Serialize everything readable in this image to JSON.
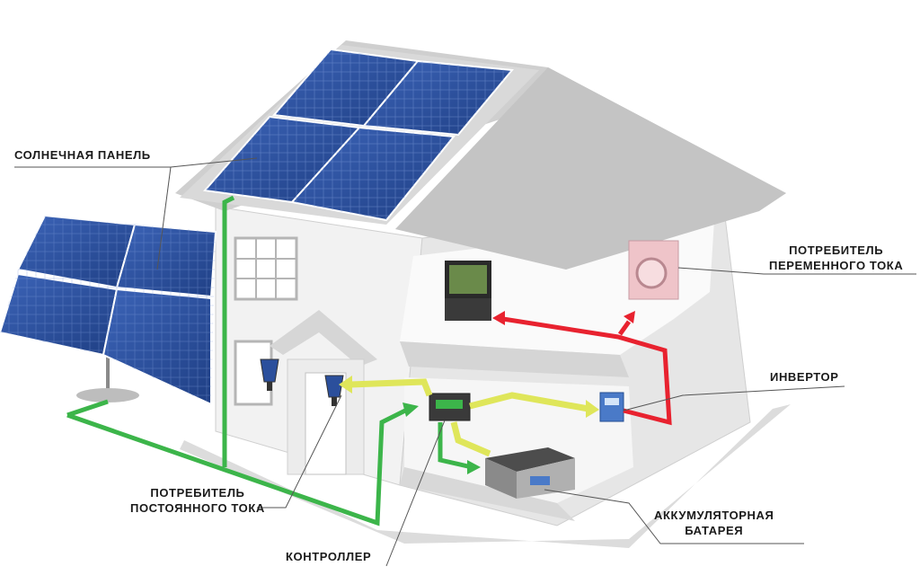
{
  "labels": {
    "solar_panel": "СОЛНЕЧНАЯ ПАНЕЛЬ",
    "ac_consumer_line1": "ПОТРЕБИТЕЛЬ",
    "ac_consumer_line2": "ПЕРЕМЕННОГО ТОКА",
    "inverter": "ИНВЕРТОР",
    "battery_line1": "АККУМУЛЯТОРНАЯ",
    "battery_line2": "БАТАРЕЯ",
    "controller": "КОНТРОЛЛЕР",
    "dc_consumer_line1": "ПОТРЕБИТЕЛЬ",
    "dc_consumer_line2": "ПОСТОЯННОГО ТОКА"
  },
  "colors": {
    "dc_line": "#3cb54a",
    "ac_line": "#e8222f",
    "controller_out": "#dfe65a",
    "panel": "#2b4f9c",
    "wall": "#e9e9e9",
    "roof": "#cfcfcf"
  }
}
